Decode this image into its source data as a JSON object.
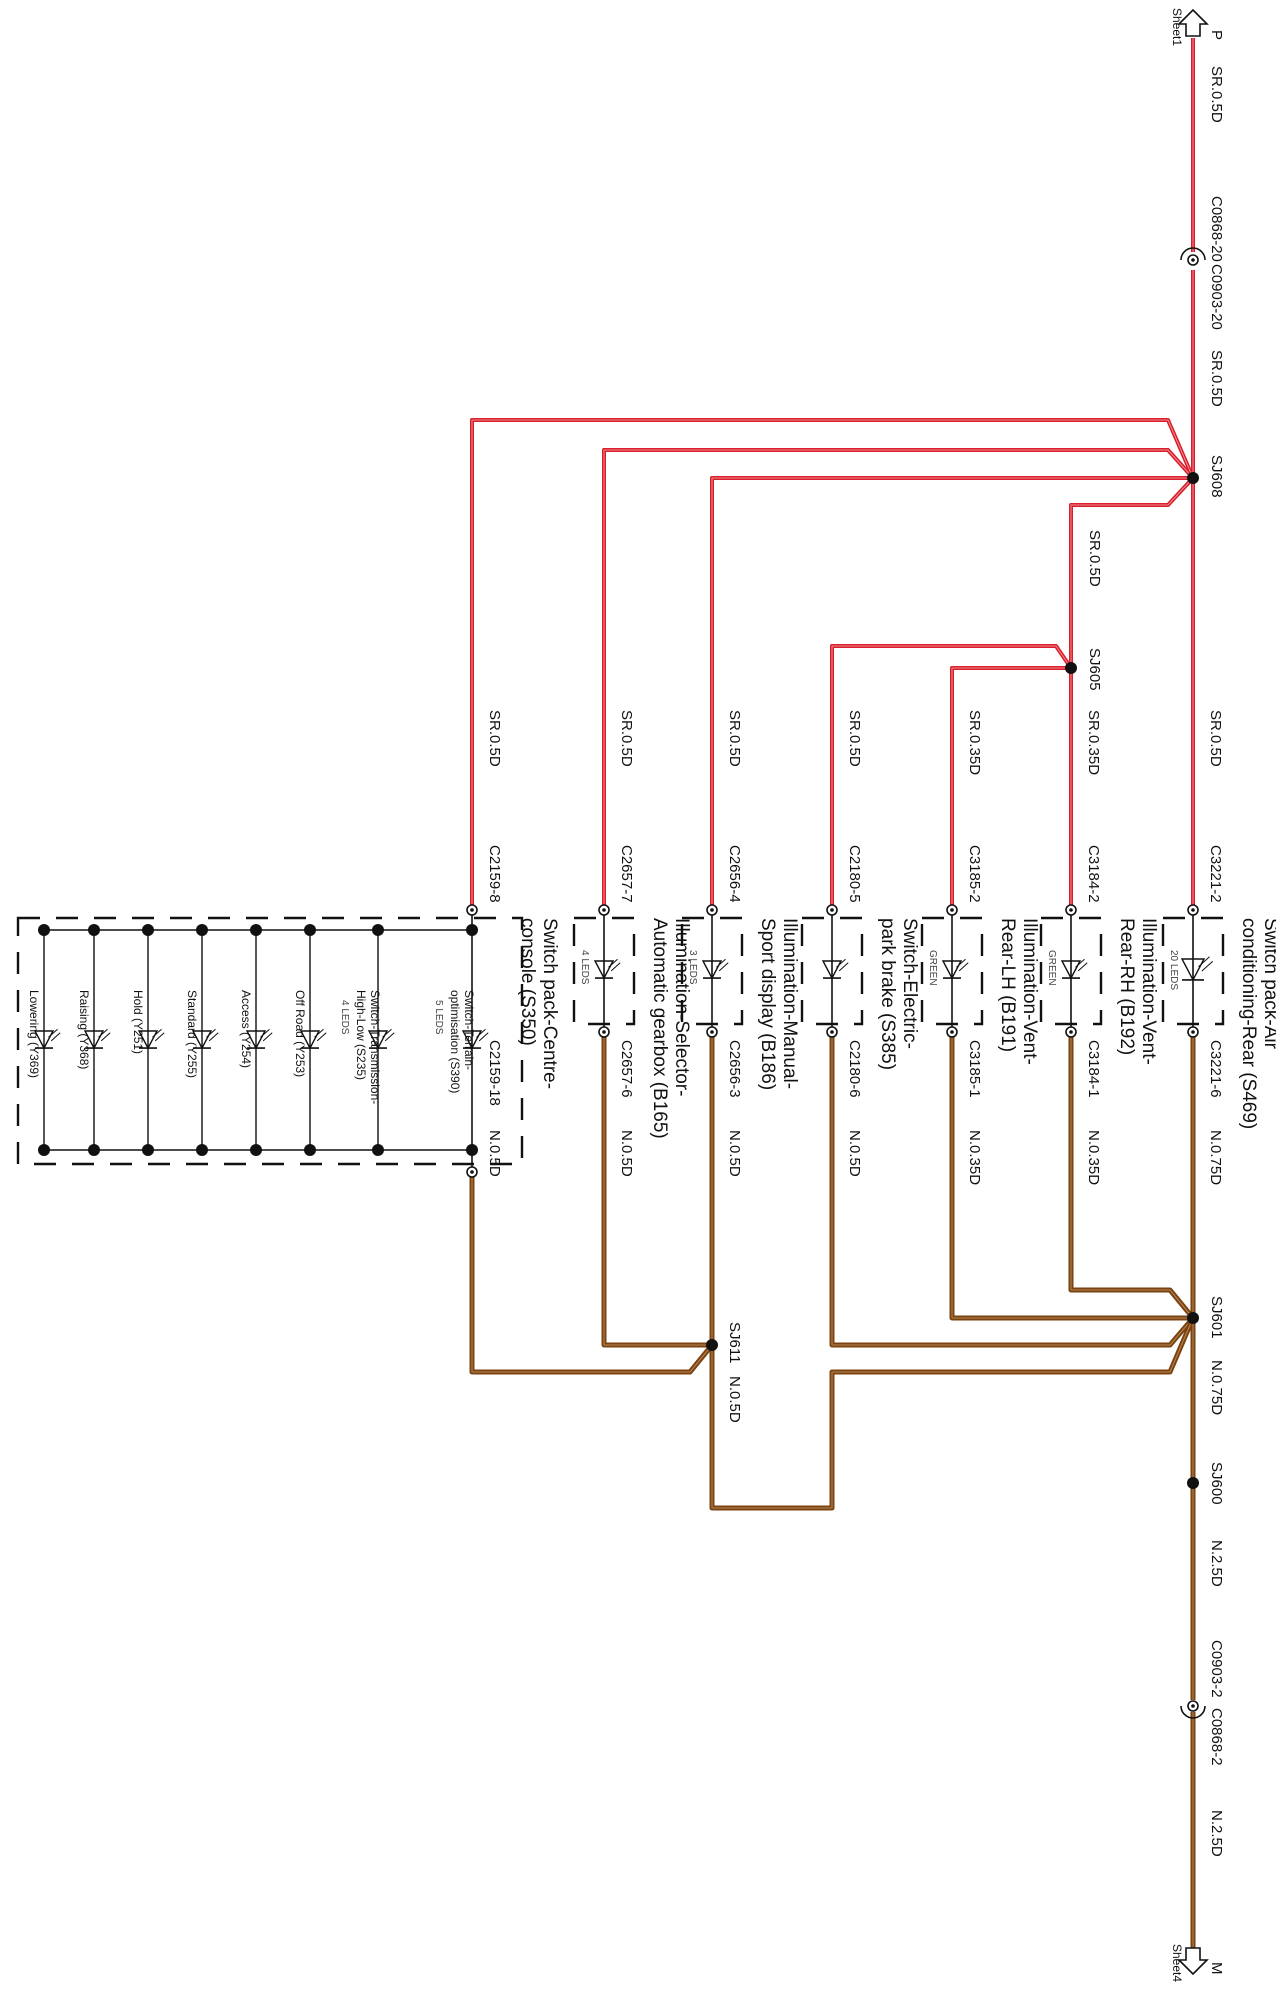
{
  "sheet_links": {
    "top": {
      "letter": "P",
      "sheet": "Sheet1"
    },
    "bottom": {
      "letter": "M",
      "sheet": "Sheet4"
    }
  },
  "colors": {
    "supply_wire": "#d81e2a",
    "supply_wire_light": "#f08a90",
    "ground_wire": "#7a4310",
    "ground_wire_light": "#b88458",
    "ink": "#111111"
  },
  "main_wire": {
    "sr_top": "SR.0.5D",
    "conn_top_a": "C0868-20",
    "conn_top_b": "C0903-20",
    "sr_mid": "SR.0.5D",
    "splice_sj608": "SJ608",
    "n_075d": "N.0.75D",
    "splice_sj600": "SJ600",
    "n_25d_a": "N.2.5D",
    "conn_bot_a": "C0903-2",
    "conn_bot_b": "C0868-2",
    "n_25d_b": "N.2.5D"
  },
  "branch": {
    "sr_05d": "SR.0.5D",
    "splice_sj605": "SJ605",
    "splice_sj601": "SJ601",
    "splice_sj611": "SJ611",
    "sj611_wire": "N.0.5D"
  },
  "columns": [
    {
      "id": "s469",
      "wire_top": "SR.0.5D",
      "conn_top": "C3221-2",
      "conn_bot": "C3221-6",
      "wire_bot": "N.0.75D",
      "led_label": "20 LEDS",
      "title_lines": [
        "Switch pack-Air",
        "conditioning-Rear (S469)"
      ]
    },
    {
      "id": "b192",
      "wire_top": "SR.0.35D",
      "conn_top": "C3184-2",
      "conn_bot": "C3184-1",
      "wire_bot": "N.0.35D",
      "led_label": "GREEN",
      "title_lines": [
        "Illumination-Vent-",
        "Rear-RH (B192)"
      ]
    },
    {
      "id": "b191",
      "wire_top": "SR.0.35D",
      "conn_top": "C3185-2",
      "conn_bot": "C3185-1",
      "wire_bot": "N.0.35D",
      "led_label": "GREEN",
      "title_lines": [
        "Illumination-Vent-",
        "Rear-LH (B191)"
      ]
    },
    {
      "id": "s385",
      "wire_top": "SR.0.5D",
      "conn_top": "C2180-5",
      "conn_bot": "C2180-6",
      "wire_bot": "N.0.5D",
      "led_label": "",
      "title_lines": [
        "Switch-Electric-",
        "park brake (S385)"
      ]
    },
    {
      "id": "b186",
      "wire_top": "SR.0.5D",
      "conn_top": "C2656-4",
      "conn_bot": "C2656-3",
      "wire_bot": "N.0.5D",
      "led_label": "3 LEDS",
      "title_lines": [
        "Illumination-Manual-",
        "Sport display (B186)"
      ]
    },
    {
      "id": "b165",
      "wire_top": "SR.0.5D",
      "conn_top": "C2657-7",
      "conn_bot": "C2657-6",
      "wire_bot": "N.0.5D",
      "led_label": "4 LEDS",
      "title_lines": [
        "Illumination-Selector-",
        "Automatic gearbox (B165)"
      ]
    },
    {
      "id": "s350",
      "wire_top": "SR.0.5D",
      "conn_top": "C2159-8",
      "conn_bot": "C2159-18",
      "wire_bot": "N.0.5D",
      "led_label": "",
      "title_lines": [
        "Switch pack-Centre-",
        "console (S350)"
      ]
    }
  ],
  "centre_console_leds": [
    {
      "label_lines": [
        "Switch-Terrain-",
        "optimisation (S390)"
      ],
      "note": "5 LEDS"
    },
    {
      "label_lines": [
        "Switch-Transmission-",
        "High-Low (S235)"
      ],
      "note": "4 LEDS"
    },
    {
      "label_lines": [
        "Off Road (Y253)"
      ],
      "note": ""
    },
    {
      "label_lines": [
        "Access (Y254)"
      ],
      "note": ""
    },
    {
      "label_lines": [
        "Standard (Y255)"
      ],
      "note": ""
    },
    {
      "label_lines": [
        "Hold (Y251)"
      ],
      "note": ""
    },
    {
      "label_lines": [
        "Raising (Y368)"
      ],
      "note": ""
    },
    {
      "label_lines": [
        "Lowering (Y369)"
      ],
      "note": ""
    }
  ]
}
